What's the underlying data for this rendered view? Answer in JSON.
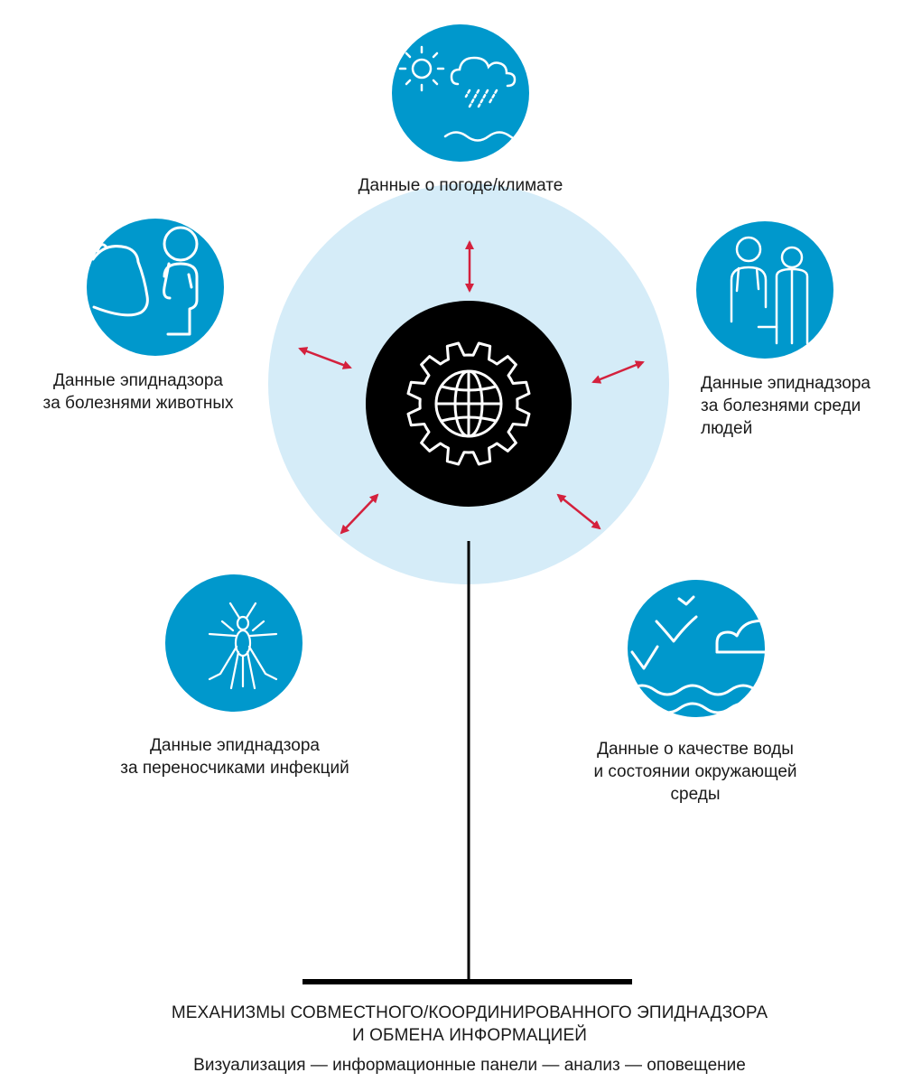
{
  "nodes": {
    "weather": {
      "icon": "weather-icon",
      "lines": [
        "Данные о погоде/климате"
      ]
    },
    "animal": {
      "icon": "vet-cow-icon",
      "lines": [
        "Данные эпиднадзора",
        "за болезнями животных"
      ]
    },
    "human": {
      "icon": "doctor-patient-icon",
      "lines": [
        "Данные эпиднадзора",
        "за болезнями среди",
        "людей"
      ]
    },
    "vector": {
      "icon": "mosquito-icon",
      "lines": [
        "Данные эпиднадзора",
        "за переносчиками инфекций"
      ]
    },
    "water": {
      "icon": "birds-water-icon",
      "lines": [
        "Данные о качестве воды",
        "и состоянии окружающей",
        "среды"
      ]
    }
  },
  "hub": {
    "icon": "gear-globe-icon"
  },
  "footer": {
    "title_lines": [
      "МЕХАНИЗМЫ СОВМЕСТНОГО/КООРДИНИРОВАННОГО ЭПИДНАДЗОРА",
      "И ОБМЕНА ИНФОРМАЦИЕЙ"
    ],
    "subtitle": "Визуализация — информационные панели — анализ — оповещение"
  },
  "colors": {
    "node_fill": "#0098cc",
    "halo_fill": "#d5ecf8",
    "hub_fill": "#000000",
    "arrow": "#d4213d",
    "line": "#000000",
    "icon_stroke": "#ffffff"
  }
}
